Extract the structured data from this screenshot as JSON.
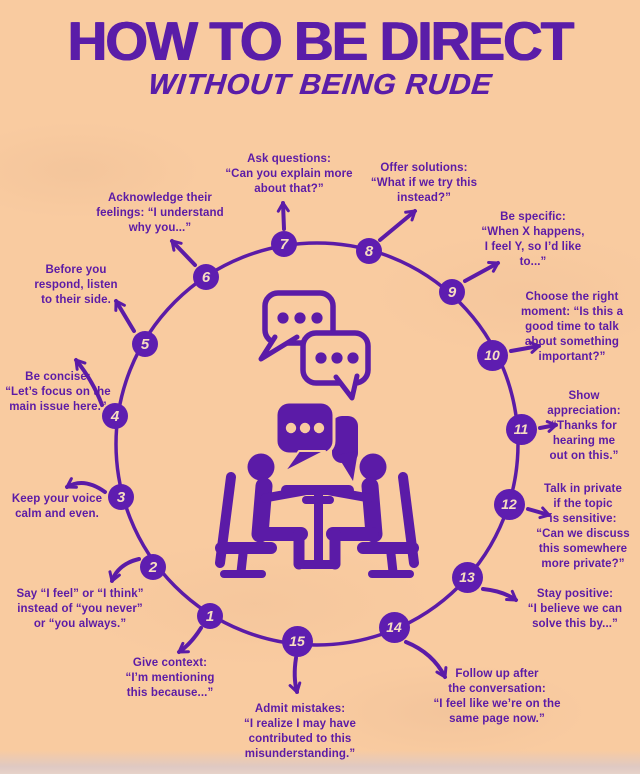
{
  "title": "HOW TO BE DIRECT",
  "subtitle": "WITHOUT BEING RUDE",
  "colors": {
    "background": "#f9cba0",
    "ink_purple": "#5b1ba7",
    "node_fill": "#5e1db0",
    "node_number": "#f7ddc1",
    "footer_band": "#dfc9c3"
  },
  "center_icons": [
    "chat-bubble-outline-icon",
    "chat-bubble-outline-icon",
    "chat-bubble-solid-icon",
    "people-talking-at-table-icon"
  ],
  "steps": [
    {
      "num": "1",
      "label": "Give context:\n“I’m mentioning\nthis because...”"
    },
    {
      "num": "2",
      "label": "Say “I feel” or “I think”\ninstead of “you never”\nor “you always.”"
    },
    {
      "num": "3",
      "label": "Keep your voice\ncalm and even."
    },
    {
      "num": "4",
      "label": "Be concise:\n“Let’s focus on the\nmain issue here.”"
    },
    {
      "num": "5",
      "label": "Before you\nrespond, listen\nto their side."
    },
    {
      "num": "6",
      "label": "Acknowledge their\nfeelings: “I understand\nwhy you...”"
    },
    {
      "num": "7",
      "label": "Ask questions:\n“Can you explain more\nabout that?”"
    },
    {
      "num": "8",
      "label": "Offer solutions:\n“What if we try this\ninstead?”"
    },
    {
      "num": "9",
      "label": "Be specific:\n“When X happens,\nI feel Y, so I’d like\nto...”"
    },
    {
      "num": "10",
      "label": "Choose the right\nmoment: “Is this a\ngood time to talk\nabout something\nimportant?”"
    },
    {
      "num": "11",
      "label": "Show\nappreciation:\n“Thanks for\nhearing me\nout on this.”"
    },
    {
      "num": "12",
      "label": "Talk in private\nif the topic\nis sensitive:\n“Can we discuss\nthis somewhere\nmore private?”"
    },
    {
      "num": "13",
      "label": "Stay positive:\n“I believe we can\nsolve this by...”"
    },
    {
      "num": "14",
      "label": "Follow up after\nthe conversation:\n“I feel like we’re on the\nsame page now.”"
    },
    {
      "num": "15",
      "label": "Admit mistakes:\n“I realize I may have\ncontributed to this\nmisunderstanding.”"
    }
  ]
}
